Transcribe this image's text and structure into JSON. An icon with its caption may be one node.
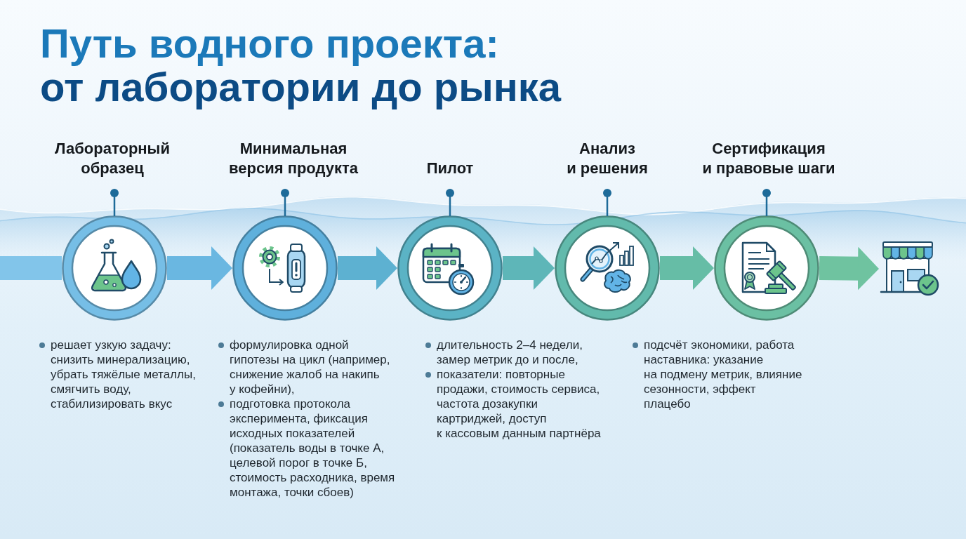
{
  "diagram": {
    "title": "Путь водного проекта: от лаборатории до рынка",
    "nodes": [
      {
        "text": [
          "Лабораторный образец"
        ],
        "beside": [
          "решает узкую задачу: снизить минерализацию, убрать тяжёлые металлы, смягчить воду, стабилизировать вкус"
        ]
      },
      {
        "text": [
          "Минимальная версия продукта"
        ],
        "beside": [
          "формулировка одной гипотезы на цикл (например, снижение жалоб на накипь у кофейни),",
          "подготовка протокола эксперимента, фиксация исходных показателей (показатель воды в точке А, целевой порог в точке Б, стоимость расходника, время монтажа, точки сбоев)"
        ]
      },
      {
        "text": [
          "Пилот"
        ],
        "beside": [
          "длительность 2–4 недели, замер метрик до и после,",
          "показатели: повторные продажи, стоимость сервиса, частота дозакупки картриджей, доступ к кассовым данным партнёра"
        ]
      },
      {
        "text": [
          "Анализ и решения"
        ],
        "beside": [
          "подсчёт экономики, работа наставника: указание на подмену метрик, влияние сезонности, эффект плацебо"
        ]
      },
      {
        "text": [
          "Сертификация и правовые шаги"
        ]
      },
      {
        "text": [],
        "shape": "picture"
      }
    ],
    "edges": [
      {
        "from": null,
        "to": 0,
        "arrow": "none"
      },
      {
        "from": 0,
        "to": 1,
        "arrow": "to"
      },
      {
        "from": 1,
        "to": 2,
        "arrow": "to"
      },
      {
        "from": 2,
        "to": 3,
        "arrow": "to"
      },
      {
        "from": 3,
        "to": 4,
        "arrow": "to"
      },
      {
        "from": 4,
        "to": 5,
        "arrow": "to"
      }
    ]
  }
}
